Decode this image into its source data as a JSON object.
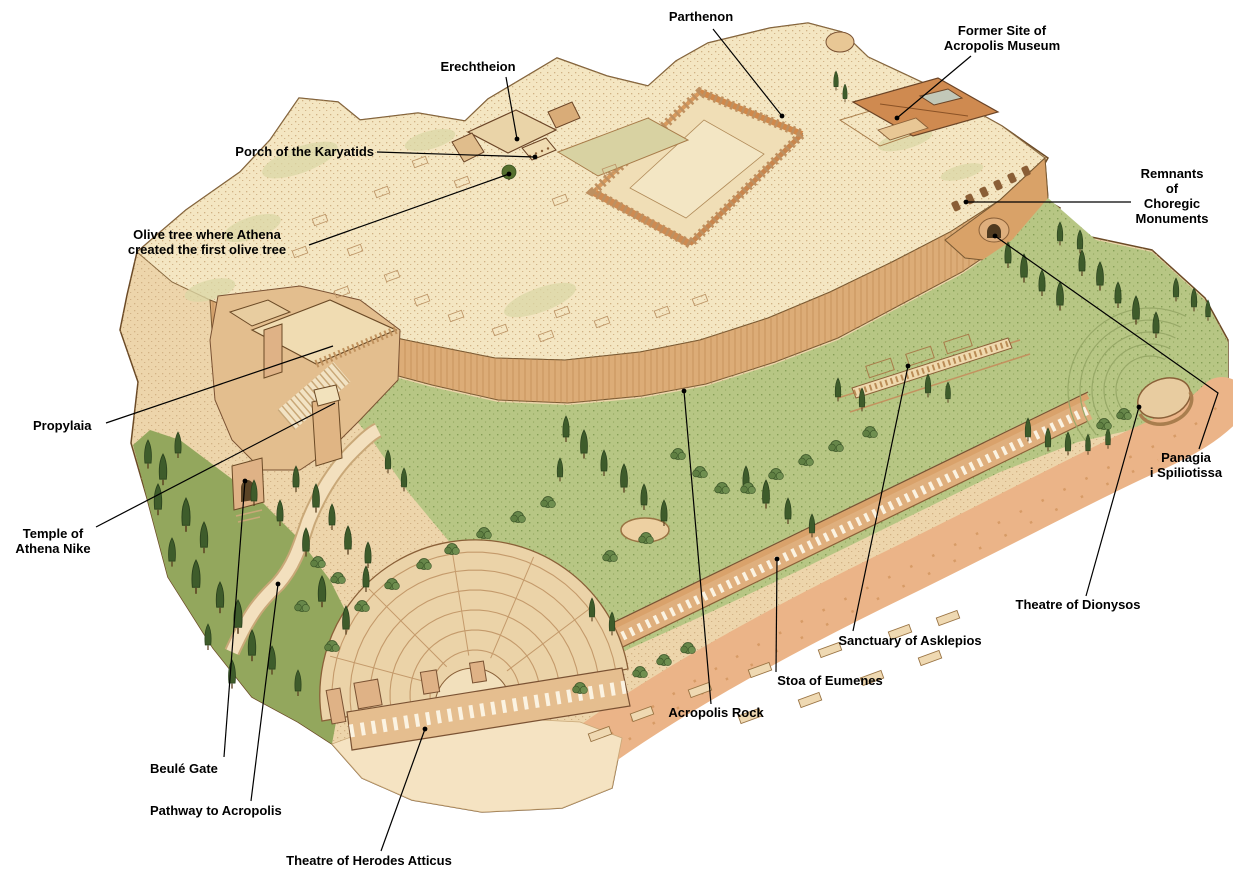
{
  "figure": {
    "type": "annotated-illustration",
    "subject": "Acropolis of Athens, aerial cutaway illustration with labeled monuments"
  },
  "annotations": [
    {
      "id": "parthenon",
      "lines": [
        "Parthenon"
      ]
    },
    {
      "id": "former-acropolis-museum",
      "lines": [
        "Former Site of",
        "Acropolis Museum"
      ]
    },
    {
      "id": "erechtheion",
      "lines": [
        "Erechtheion"
      ]
    },
    {
      "id": "porch-of-the-karyatids",
      "lines": [
        "Porch of the Karyatids"
      ]
    },
    {
      "id": "olive-tree",
      "lines": [
        "Olive tree where Athena",
        "created the first olive tree"
      ]
    },
    {
      "id": "remnants-of-choregic-monuments",
      "lines": [
        "Remnants",
        "of",
        "Choregic",
        "Monuments"
      ]
    },
    {
      "id": "propylaia",
      "lines": [
        "Propylaia"
      ]
    },
    {
      "id": "temple-of-athena-nike",
      "lines": [
        "Temple of",
        "Athena Nike"
      ]
    },
    {
      "id": "panagia-i-spiliotissa",
      "lines": [
        "Panagia",
        "i Spiliotissa"
      ]
    },
    {
      "id": "theatre-of-dionysos",
      "lines": [
        "Theatre of Dionysos"
      ]
    },
    {
      "id": "sanctuary-of-asklepios",
      "lines": [
        "Sanctuary of Asklepios"
      ]
    },
    {
      "id": "stoa-of-eumenes",
      "lines": [
        "Stoa of Eumenes"
      ]
    },
    {
      "id": "acropolis-rock",
      "lines": [
        "Acropolis Rock"
      ]
    },
    {
      "id": "beule-gate",
      "lines": [
        "Beulé Gate"
      ]
    },
    {
      "id": "pathway-to-acropolis",
      "lines": [
        "Pathway to Acropolis"
      ]
    },
    {
      "id": "theatre-of-herodes-atticus",
      "lines": [
        "Theatre of Herodes Atticus"
      ]
    }
  ],
  "palette": {
    "background": "#FFFFFF",
    "ink": "#000000",
    "outline": "#6B4A26",
    "rock_sand": "#EDD5AB",
    "plateau": "#F4E6C2",
    "fortress_wall": "#DCAC77",
    "vegetation": "#B7C684",
    "cypress": "#3E5C2B",
    "terrace_road": "#EBB488",
    "roof_terracotta": "#CF8A50"
  }
}
